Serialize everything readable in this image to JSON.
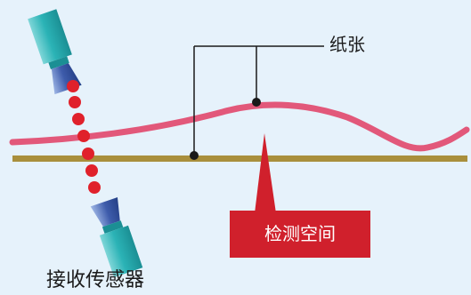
{
  "labels": {
    "paper": "纸张",
    "sensor": "接收传感器",
    "detection_space": "检测空间"
  },
  "colors": {
    "background": "#e6f2fb",
    "paper": "#e2587a",
    "baseline": "#a98f3c",
    "beam": "#e0212b",
    "sensor_body": "#2bb3b6",
    "sensor_lens": "#3e5cab",
    "detect": "#d0202c",
    "leader": "#1a1a1a"
  }
}
